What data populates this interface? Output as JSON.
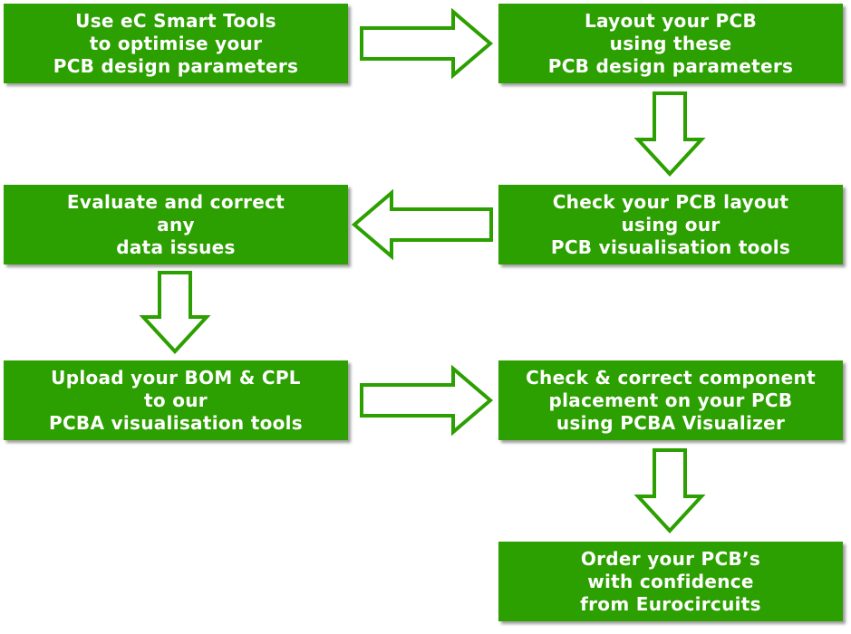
{
  "flow": {
    "steps": [
      {
        "lines": [
          "Use eC Smart Tools",
          "to optimise your",
          "PCB design parameters"
        ]
      },
      {
        "lines": [
          "Layout your PCB",
          "using these",
          "PCB design parameters"
        ]
      },
      {
        "lines": [
          "Check your PCB layout",
          "using our",
          "PCB visualisation tools"
        ]
      },
      {
        "lines": [
          "Evaluate and correct",
          "any",
          "data issues"
        ]
      },
      {
        "lines": [
          "Upload your BOM & CPL",
          "to our",
          "PCBA visualisation tools"
        ]
      },
      {
        "lines": [
          "Check & correct component",
          "placement on your PCB",
          "using PCBA Visualizer"
        ]
      },
      {
        "lines": [
          "Order your PCB’s",
          "with confidence",
          "from Eurocircuits"
        ]
      }
    ],
    "arrows": [
      "right",
      "down",
      "left",
      "down",
      "right",
      "down"
    ]
  },
  "colors": {
    "box_fill": "#2ca000",
    "box_text": "#ffffff",
    "arrow_outline": "#2ca000",
    "arrow_fill": "#ffffff"
  }
}
